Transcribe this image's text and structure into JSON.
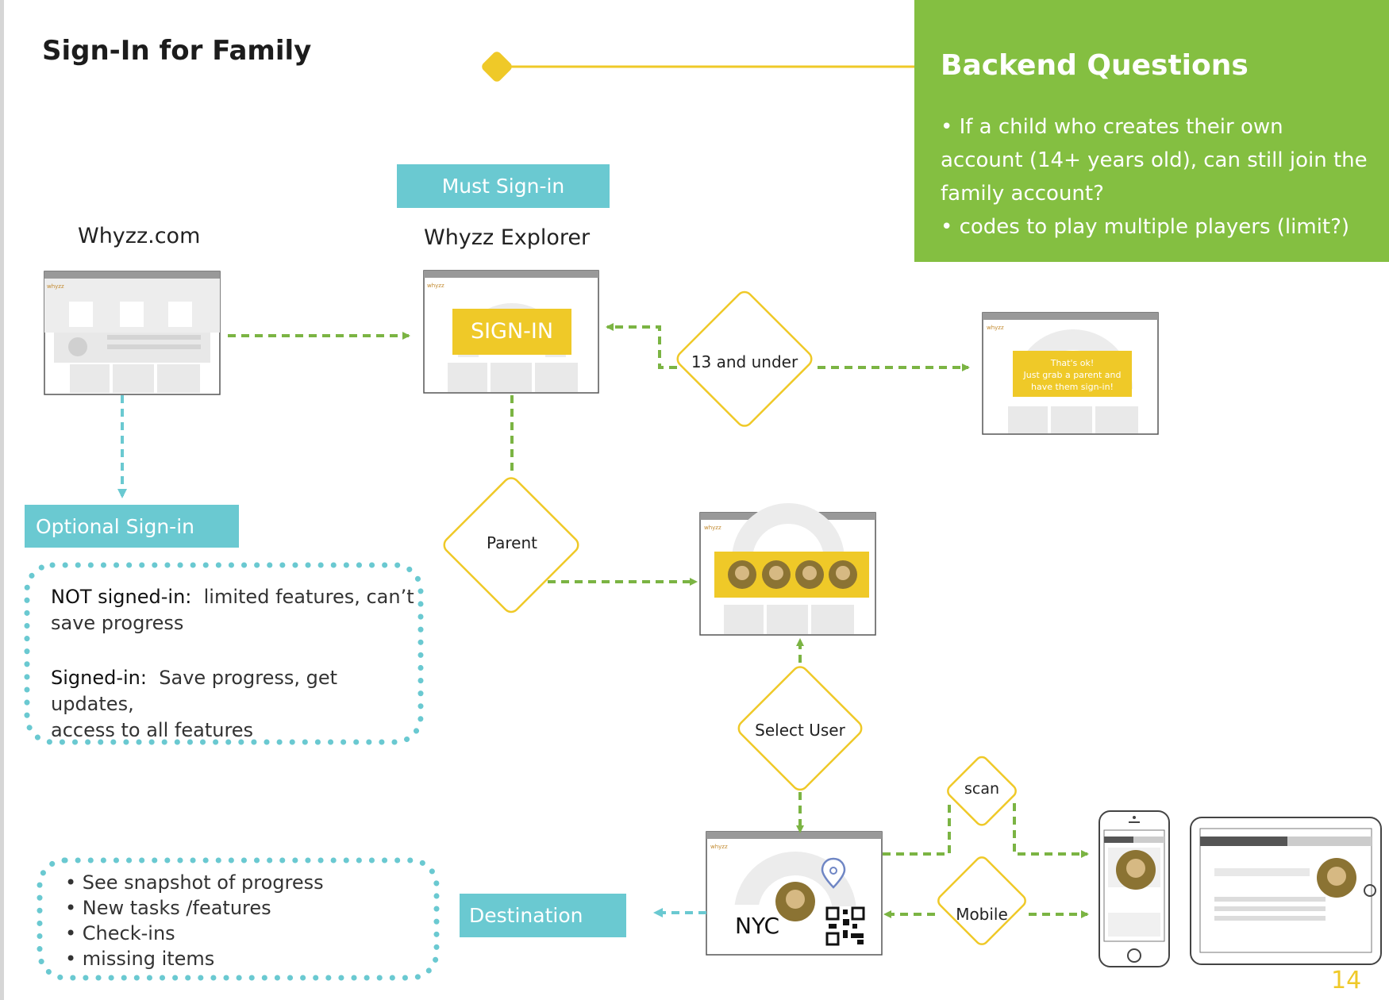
{
  "page": {
    "title": "Sign-In for Family",
    "page_number": "14"
  },
  "colors": {
    "accent_green": "#84bf41",
    "accent_teal": "#6ac9d1",
    "accent_yellow": "#efc928",
    "arrow_green": "#7bb443"
  },
  "backend": {
    "title": "Backend Questions",
    "items": [
      "• If a child who creates their own account (14+ years old), can still join the family account?",
      "• codes to play multiple players (limit?)"
    ]
  },
  "labels": {
    "must_signin": "Must Sign-in",
    "optional_signin": "Optional Sign-in",
    "destination": "Destination",
    "whyzz_com": "Whyzz.com",
    "whyzz_explorer": "Whyzz Explorer"
  },
  "decisions": {
    "under13": "13 and under",
    "parent": "Parent",
    "select_user": "Select User",
    "scan": "scan",
    "mobile": "Mobile"
  },
  "screens": {
    "signin_button": "SIGN-IN",
    "thats_ok": [
      "That's ok!",
      "Just grab a parent and",
      "have them sign-in!"
    ],
    "city": "NYC",
    "logo_text": "whyzz"
  },
  "optional_notes": {
    "not_signed_label": "NOT signed-in:",
    "not_signed_text": "limited features, can’t",
    "not_signed_text2": "save progress",
    "signed_label": "Signed-in:",
    "signed_text": "Save progress, get updates,",
    "signed_text2": "access to all features"
  },
  "destination_list": [
    "• See snapshot of progress",
    "• New tasks /features",
    "• Check-ins",
    "• missing items"
  ],
  "icons": [
    "location-pin-icon",
    "qr-code-icon",
    "avatar-icon",
    "phone-icon",
    "tablet-icon"
  ]
}
